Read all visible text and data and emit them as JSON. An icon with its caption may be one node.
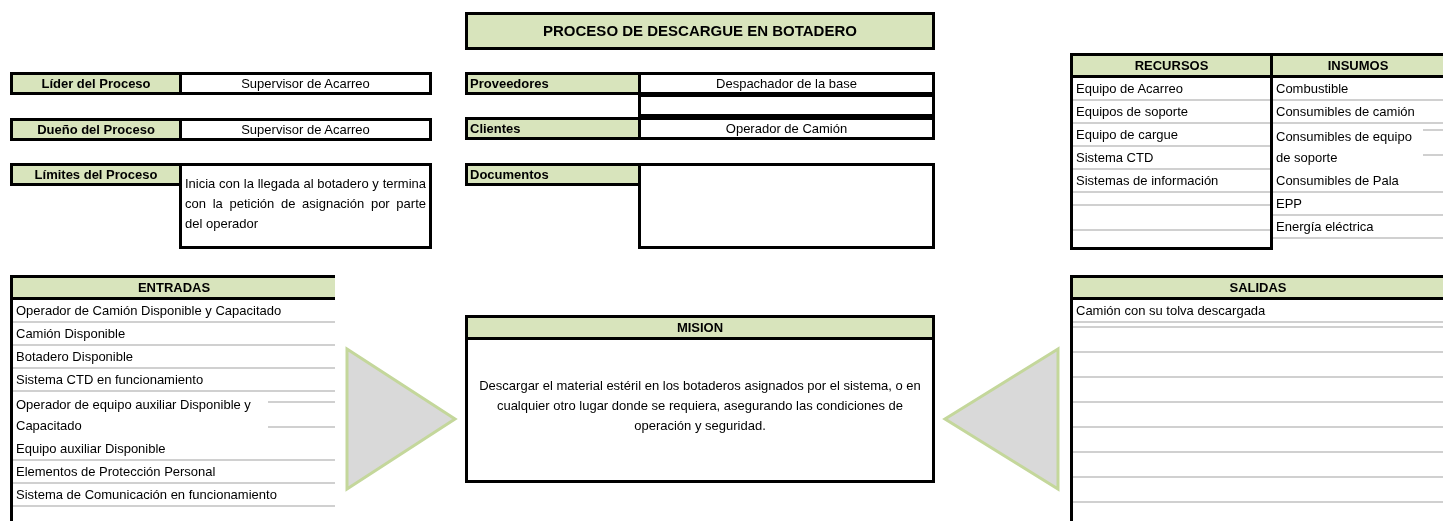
{
  "diagram": {
    "nodes": [
      {
        "text": [
          "PROCESO DE DESCARGUE EN BOTADERO"
        ]
      },
      {
        "text": [
          "Líder del Proceso"
        ]
      },
      {
        "text": [
          "Supervisor de Acarreo"
        ]
      },
      {
        "text": [
          "Dueño del Proceso"
        ]
      },
      {
        "text": [
          "Supervisor de Acarreo"
        ]
      },
      {
        "text": [
          "Límites del Proceso"
        ]
      },
      {
        "text": [
          "Inicia con la llegada al botadero y termina con la petición de asignación por parte del operador"
        ]
      },
      {
        "text": [
          "Proveedores"
        ]
      },
      {
        "text": [
          "Despachador de la base"
        ]
      },
      {
        "text": [],
        "shape": "box"
      },
      {
        "text": [
          "Clientes"
        ]
      },
      {
        "text": [
          "Operador de Camión"
        ]
      },
      {
        "text": [
          "Documentos"
        ]
      },
      {
        "text": [],
        "shape": "box"
      },
      {
        "text": [
          "RECURSOS",
          "Equipo de Acarreo",
          "Equipos de soporte",
          "Equipo de cargue",
          "Sistema CTD",
          "Sistemas de información"
        ]
      },
      {
        "text": [
          "INSUMOS",
          "Combustible",
          "Consumibles de camión",
          "Consumibles de equipo de soporte",
          "Consumibles de Pala",
          "EPP",
          "Energía eléctrica"
        ]
      },
      {
        "text": [
          "ENTRADAS",
          "Operador de Camión Disponible y Capacitado",
          "Camión Disponible",
          "Botadero Disponible",
          "Sistema CTD en funcionamiento",
          "Operador de equipo auxiliar Disponible y Capacitado",
          "Equipo auxiliar Disponible",
          "Elementos de Protección Personal",
          "Sistema de Comunicación en funcionamiento"
        ]
      },
      {
        "text": [
          "MISION",
          "Descargar el material estéril en los botaderos asignados por el sistema, o en cualquier otro lugar donde se requiera, asegurando las condiciones de operación y seguridad."
        ]
      },
      {
        "text": [
          "SALIDAS",
          "Camión con su tolva descargada"
        ]
      }
    ],
    "edges": [
      {
        "from": 16,
        "to": 17,
        "arrow": "to"
      },
      {
        "from": 18,
        "to": 17,
        "arrow": "to"
      }
    ]
  }
}
